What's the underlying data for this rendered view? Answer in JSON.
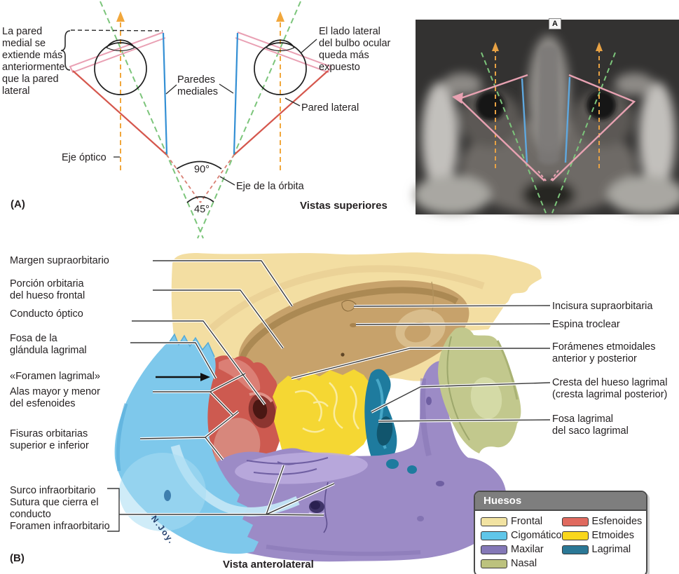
{
  "panel_a": {
    "tag": "(A)",
    "caption": "Vistas superiores",
    "mri_marker": "A",
    "labels": {
      "medial_note": "La pared\nmedial se\nextiende más\nanteriormente\nque la pared\nlateral",
      "paredes_mediales": "Paredes\nmediales",
      "lado_lateral": "El lado lateral\ndel bulbo ocular\nqueda más\nexpuesto",
      "pared_lateral": "Pared lateral",
      "eje_optico": "Eje óptico",
      "eje_orbita": "Eje de la órbita",
      "angle_90": "90°",
      "angle_45": "45°"
    }
  },
  "panel_b": {
    "tag": "(B)",
    "caption": "Vista anterolateral",
    "signature": "N.Joy.",
    "labels_left": {
      "margen": "Margen supraorbitario",
      "porcion": "Porción orbitaria\ndel hueso frontal",
      "conducto": "Conducto óptico",
      "fosa_glandula": "Fosa de la\nglándula lagrimal",
      "foramen_lagrimal": "«Foramen lagrimal»",
      "alas": "Alas mayor y menor\ndel esfenoides",
      "fisuras": "Fisuras orbitarias\nsuperior e inferior",
      "infraorbitario": "Surco infraorbitario\nSutura que cierra el\nconducto\nForamen infraorbitario"
    },
    "labels_right": {
      "incisura": "Incisura supraorbitaria",
      "espina": "Espina troclear",
      "foramenes": "Forámenes etmoidales\nanterior y posterior",
      "cresta": "Cresta del hueso lagrimal\n(cresta lagrimal posterior)",
      "fosa_saco": "Fosa lagrimal\ndel saco lagrimal"
    }
  },
  "legend": {
    "title": "Huesos",
    "items": [
      {
        "label": "Frontal",
        "color": "#F2E3A2"
      },
      {
        "label": "Cigomático",
        "color": "#5FC6E9"
      },
      {
        "label": "Maxilar",
        "color": "#8478B7"
      },
      {
        "label": "Nasal",
        "color": "#BCC27E"
      },
      {
        "label": "Esfenoides",
        "color": "#E06A5F"
      },
      {
        "label": "Etmoides",
        "color": "#F9D71C"
      },
      {
        "label": "Lagrimal",
        "color": "#2B7896"
      }
    ]
  },
  "colors": {
    "pared_medial_line": "#338FD4",
    "pared_lateral_line": "#D5574D",
    "eje_optico_line": "#F1A73C",
    "eje_orbita_line": "#7CC57B",
    "eje_lateral_ext_line": "#D97F73"
  }
}
